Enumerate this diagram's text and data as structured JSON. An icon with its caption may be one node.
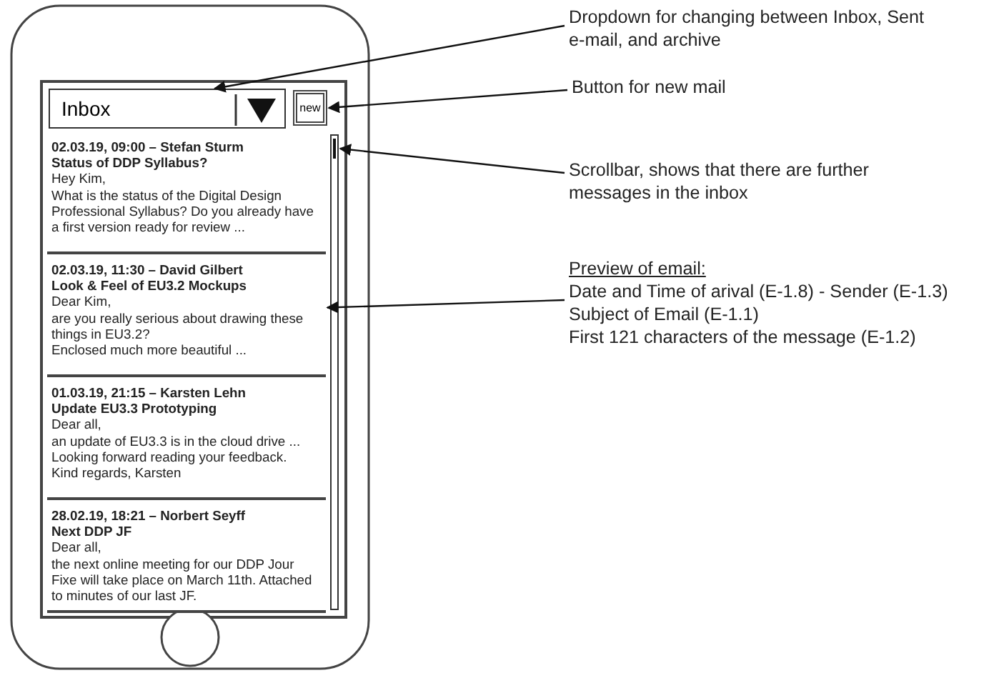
{
  "diagram": {
    "nodes": [
      {
        "text": [
          "Inbox"
        ]
      },
      {
        "text": [
          "new"
        ]
      },
      {
        "text": [],
        "shape": "bar"
      },
      {
        "text": [
          "02.03.19, 09:00 – Stefan Sturm",
          "Status of DDP Syllabus?",
          "Hey Kim,",
          "What is the status of the Digital Design Professional Syllabus? Do you already have a first version ready for review ..."
        ]
      },
      {
        "text": [
          "02.03.19, 11:30 – David Gilbert",
          "Look & Feel of EU3.2 Mockups",
          "Dear Kim,",
          "are you really serious about drawing these things in EU3.2?",
          "Enclosed much more beautiful ..."
        ]
      },
      {
        "text": [
          "01.03.19, 21:15 – Karsten Lehn",
          "Update EU3.3 Prototyping",
          "Dear all,",
          "an update of EU3.3 is in the cloud drive ...",
          "Looking forward reading your feedback.",
          "Kind regards, Karsten"
        ]
      },
      {
        "text": [
          "28.02.19, 18:21 – Norbert Seyff",
          "Next DDP JF",
          "Dear all,",
          "the next online meeting for our DDP Jour Fixe will take place on March 11th. Attached to minutes of our last JF."
        ]
      },
      {
        "text": [
          "Dropdown for changing between Inbox, Sent e-mail, and archive"
        ]
      },
      {
        "text": [
          "Button for new mail"
        ]
      },
      {
        "text": [
          "Scrollbar, shows that there are further messages in the inbox"
        ]
      },
      {
        "text": [
          "Preview of email:",
          "Date and Time of arival (E-1.8) - Sender (E-1.3)",
          "Subject of Email (E-1.1)",
          "First 121 characters of the message (E-1.2)"
        ]
      }
    ],
    "edges": [
      {
        "from": 7,
        "to": 0,
        "arrow": "to"
      },
      {
        "from": 8,
        "to": 1,
        "arrow": "to"
      },
      {
        "from": 9,
        "to": 2,
        "arrow": "to"
      },
      {
        "from": 10,
        "to": 4,
        "arrow": "to"
      }
    ]
  }
}
